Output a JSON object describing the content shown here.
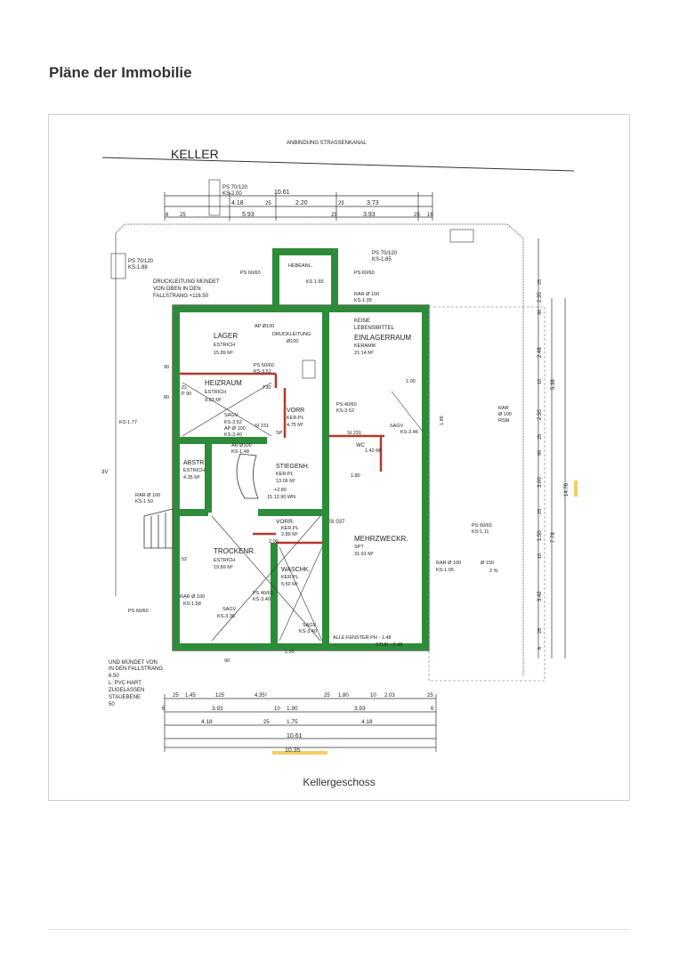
{
  "page": {
    "title": "Pläne der Immobilie",
    "caption": "Kellergeschoss"
  },
  "plan": {
    "heading": "KELLER",
    "top_note": "ANBINDUNG STRASSENKANAL",
    "top_ps": "PS 70/120",
    "top_ks": "KS-2.00",
    "dims_top": {
      "overall": "10.61",
      "a": "4.18",
      "b": "25",
      "c": "2.20",
      "d": "25",
      "e": "3.73",
      "f": "6",
      "g": "25",
      "h": "5.93",
      "i": "25",
      "j": "3.93",
      "k": "25",
      "l": "16"
    },
    "left_ps": "PS 70/120",
    "left_ks": "KS-1.88",
    "right_ps": "PS 70/120",
    "right_ks": "KS-1.85",
    "druckleitung": [
      "DRUCKLEITUNG MÜNDET",
      "VON OBEN IN DEN",
      "FALLSTRANG +116.50"
    ],
    "hebeanlage": "HEBEANL.",
    "ks_hebe": "KS 1.65",
    "ps_6060a": "PS 60/60",
    "ps_6060b": "PS 60/60",
    "rar_100": "RAR Ø 100",
    "ks_105": "KS-1.05",
    "ap_100": "AP Ø100",
    "druckleitung_small": "DRUCKLEITUNG",
    "d100": "Ø100",
    "lager": {
      "name": "LAGER",
      "floor": "ESTRICH",
      "area": "15.89 M²"
    },
    "ps_6060_lager": "PS 60/60",
    "ks_351": "KS-3.51",
    "heizraum": {
      "name": "HEIZRAUM",
      "floor": "ESTRICH",
      "area": "9.83 M²"
    },
    "zl": "ZL",
    "p90": "P 90",
    "t30": "T30",
    "sagv": "SAGV",
    "ks_352": "KS-3.52",
    "ap_100b": "AP Ø 100",
    "ks_340a": "KS-3.40",
    "vorr": {
      "name": "VORR",
      "floor": "KER.PL",
      "area": "4.75 M²"
    },
    "si_231": "SI 231",
    "sp": "SP",
    "abstr": {
      "name": "ABSTR.",
      "floor": "ESTRICH",
      "area": "4.35 M²"
    },
    "ar_100": "AR Ø100",
    "ks_148": "KS-1.48",
    "stiegenh": {
      "name": "STIEGENH.",
      "floor": "KER.PL",
      "area": "13.06 M²"
    },
    "d280": "+2.80",
    "step": "15 12.90 WN",
    "keine": [
      "KEINE",
      "LEBENSMITTEL"
    ],
    "einlagerraum": {
      "name": "EINLAGERRAUM",
      "floor": "KERAMIK",
      "area": "21.14 M²"
    },
    "ps_4060": "PS 40/60",
    "ks_352b": "KS-3.52",
    "sagv_b": "SAGV",
    "ks_346": "KS-3.46",
    "wc": {
      "name": "WC",
      "area": "1.42 M²"
    },
    "si_231b": "SI 231",
    "rar_right": [
      "RAR",
      "Ø 100",
      "RSM"
    ],
    "rar_100b": "RAR Ø 100",
    "ks_150": "KS-1.50",
    "si_037": "SI 037",
    "vorr2": {
      "name": "VORR.",
      "floor": "KER.PL",
      "area": "2.89 M²"
    },
    "trockenr": {
      "name": "TROCKENR.",
      "floor": "ESTRICH",
      "area": "19.89 M²"
    },
    "mehrzweckr": {
      "name": "MEHRZWECKR.",
      "floor": "SPT",
      "area": "31.91 M²"
    },
    "waschk": {
      "name": "WASCHK.",
      "floor": "KER.PL",
      "area": "5.50 M²"
    },
    "ps_4060b": "PS 40/60",
    "ks_340": "KS-3.40",
    "rar_100c": "RAR Ø 100",
    "ks_158": "KS-1.58",
    "sagv_c": "SAGV",
    "ks_338": "KS-3.38",
    "sagv_d": "SAGV",
    "ks_340b": "KS-3.40",
    "ps_6060c": "PS 60/60",
    "ps_6060d": "PS 60/60",
    "ks_111": "KS-1.11",
    "rar_100d": "RAR Ø 100",
    "d150": "Ø 150",
    "ks_105b": "KS-1.05",
    "slope": "2 %",
    "alle_fenster": "ALLE FENSTER PH - 1.48",
    "stuk": "STUK - 0.48",
    "ks_177": "KS-1.77",
    "three_v": "3V",
    "bottom_notes": [
      "UND MÜNDET VON",
      "IN DEN FALLSTRANG",
      "6.50",
      "L: PVC HART",
      "ZUGELASSEN",
      "STAUEBENE",
      "50"
    ],
    "dims_bottom": {
      "a": "25",
      "b": "1.45",
      "c": "125",
      "d": "4.35⁵",
      "e": "25",
      "f": "1.80",
      "g": "10",
      "h": "2.03",
      "i": "25",
      "j": "6",
      "k": "3.93",
      "l": "10",
      "m": "1.90",
      "n": "3.93",
      "o": "6",
      "p": "4.18",
      "q": "25",
      "r": "1.75",
      "s": "4.18",
      "total1": "10.61",
      "total2": "10.35"
    },
    "dims_right": {
      "a": "25",
      "b": "2.35",
      "c": "30",
      "d": "2.48",
      "e": "5.38",
      "f": "10",
      "g": "2.50",
      "h": "25",
      "i": "90",
      "j": "3.00",
      "k": "14.76",
      "l": "25",
      "m": "1.50",
      "n": "7.78",
      "o": "10",
      "p": "3.42",
      "q": "25",
      "r": "6"
    },
    "dims_inner": {
      "a": "1.00",
      "b": "1.85",
      "c": "1.80",
      "d": "2.00",
      "e": "90",
      "f": "52",
      "g": "80",
      "h": "1.20",
      "i": "90"
    },
    "colors": {
      "wall": "#2e8b3a",
      "wall_line": "#1a1a1a",
      "red": "#b23a2e",
      "highlight": "#f3c23a"
    }
  }
}
